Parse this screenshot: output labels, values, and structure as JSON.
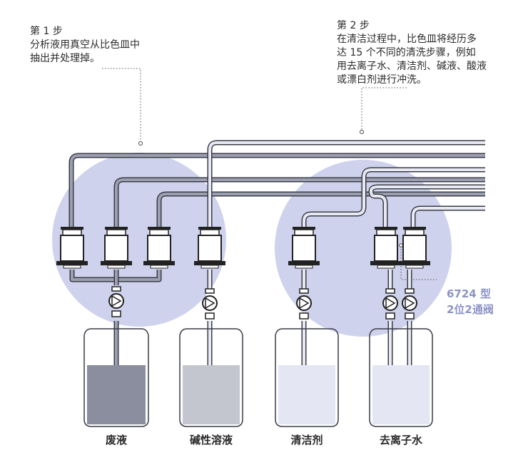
{
  "notes": {
    "step1": {
      "title": "第 1 步",
      "lines": [
        "分析液用真空从比色皿中",
        "抽出并处理掉。"
      ]
    },
    "step2": {
      "title": "第 2 步",
      "lines": [
        "在清洁过程中，比色皿将经历多",
        "达 15 个不同的清洗步骤，例如",
        "用去离子水、清洁剂、碱液、酸液",
        "或漂白剂进行冲洗。"
      ]
    }
  },
  "valve_label": {
    "line1": "6724 型",
    "line2": "2位2通阀"
  },
  "containers": [
    {
      "label": "废液",
      "liquid": "#8a8e9f"
    },
    {
      "label": "碱性溶液",
      "liquid": "#c4c6cf"
    },
    {
      "label": "清洁剂",
      "liquid": "#e4e6f4"
    },
    {
      "label": "去离子水",
      "liquid": "#e4e6f4"
    }
  ],
  "colors": {
    "circle": "#cfd2ec",
    "pipe_outline": "#3a3d47",
    "pipe_fill_dark": "#9c9fb0",
    "pipe_fill_light": "#e8e9f2",
    "valve_body": "#ffffff",
    "valve_dark": "#222222",
    "label_accent": "#8d93c6"
  }
}
